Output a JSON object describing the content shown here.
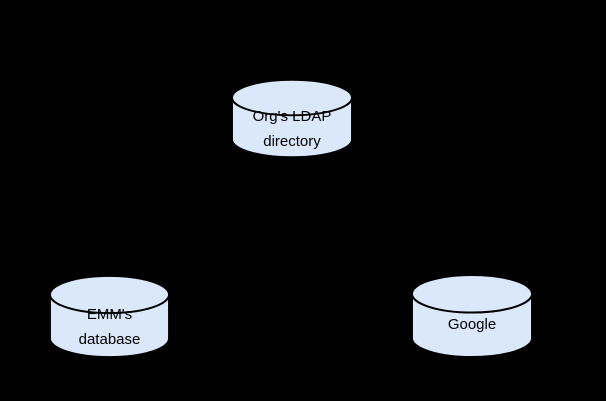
{
  "diagram": {
    "background_color": "#000000",
    "node_fill_color": "#dbe8fb",
    "node_stroke_color": "#000000",
    "text_color": "#000000",
    "nodes": [
      {
        "id": "orgs-ldap-directory",
        "shape": "database-cylinder",
        "label": "Org's LDAP\ndirectory"
      },
      {
        "id": "emms-database",
        "shape": "database-cylinder",
        "label": "EMM's\ndatabase"
      },
      {
        "id": "google",
        "shape": "database-cylinder",
        "label": "Google"
      }
    ]
  }
}
